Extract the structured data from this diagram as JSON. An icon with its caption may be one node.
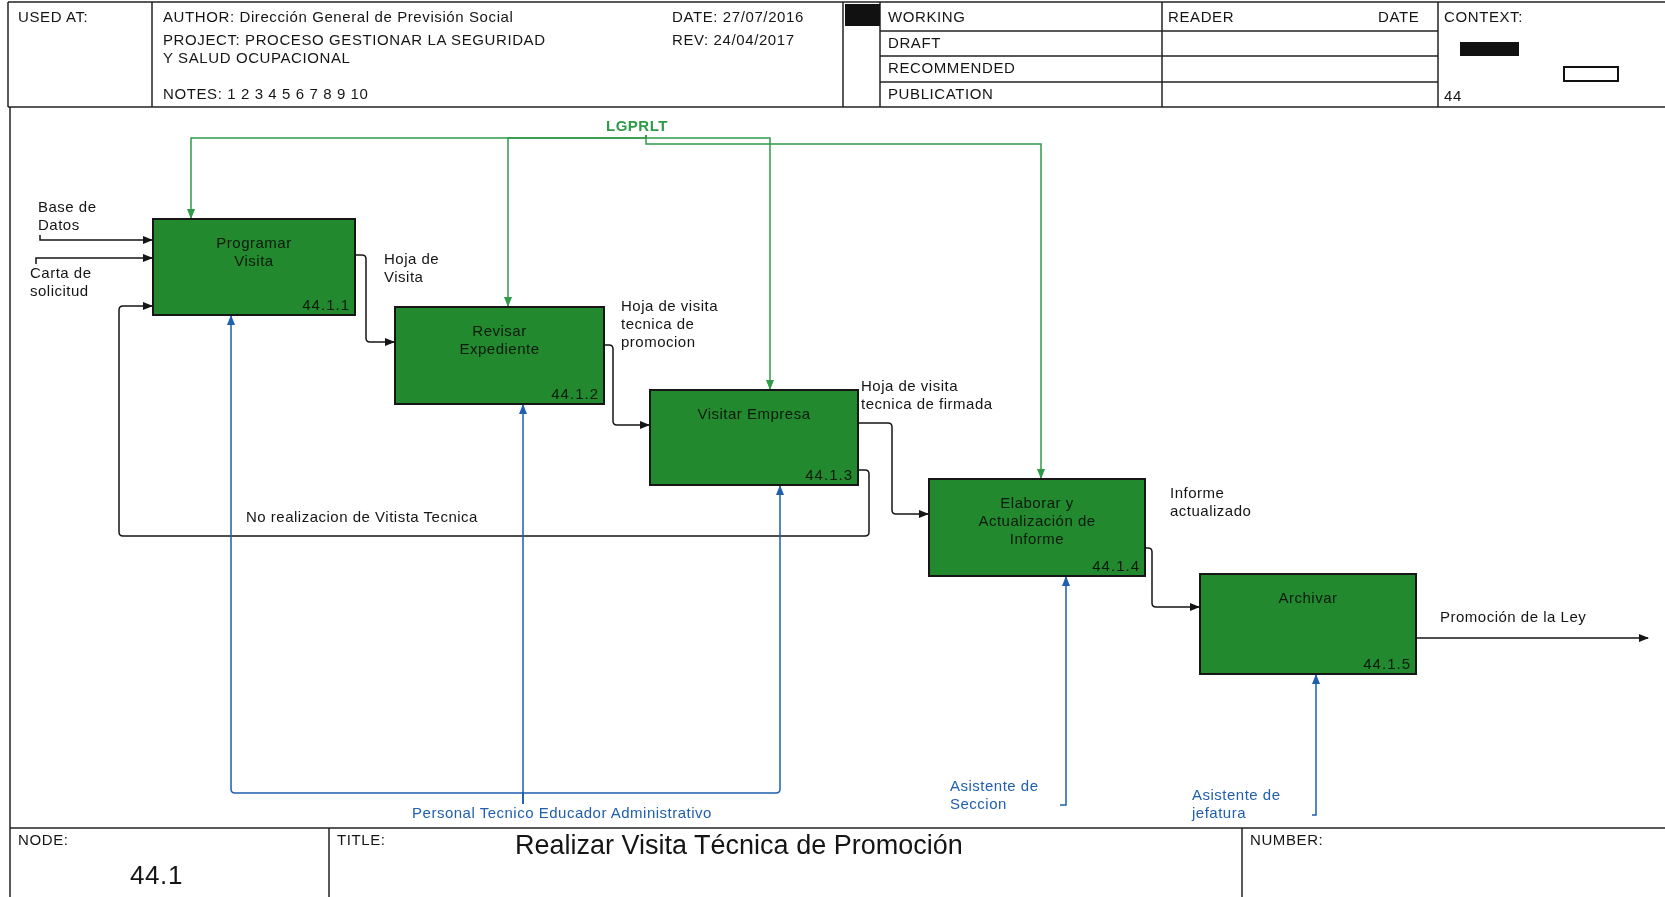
{
  "diagram": {
    "title": "Realizar Visita Técnica de Promoción",
    "nodes": [
      {
        "text": [
          "LGPRLT"
        ]
      },
      {
        "text": [
          "Base de Datos"
        ]
      },
      {
        "text": [
          "Carta de solicitud"
        ]
      },
      {
        "text": [
          "Programar Visita",
          "44.1.1"
        ]
      },
      {
        "text": [
          "Revisar Expediente",
          "44.1.2"
        ]
      },
      {
        "text": [
          "Visitar Empresa",
          "44.1.3"
        ]
      },
      {
        "text": [
          "Elaborar y Actualización de Informe",
          "44.1.4"
        ]
      },
      {
        "text": [
          "Archivar",
          "44.1.5"
        ]
      },
      {
        "text": [
          "Personal Tecnico Educador Administrativo"
        ]
      },
      {
        "text": [
          "Asistente de Seccion"
        ]
      },
      {
        "text": [
          "Asistente de jefatura"
        ]
      }
    ],
    "edges": [
      {
        "from": 0,
        "to": 3,
        "arrow": "to",
        "color": "#2f9a47"
      },
      {
        "from": 0,
        "to": 4,
        "arrow": "to",
        "color": "#2f9a47"
      },
      {
        "from": 0,
        "to": 5,
        "arrow": "to",
        "color": "#2f9a47"
      },
      {
        "from": 0,
        "to": 6,
        "arrow": "to",
        "color": "#2f9a47"
      },
      {
        "from": 1,
        "to": 3,
        "arrow": "to"
      },
      {
        "from": 2,
        "to": 3,
        "arrow": "to"
      },
      {
        "from": 3,
        "to": 4,
        "arrow": "to",
        "label": "Hoja de Visita"
      },
      {
        "from": 4,
        "to": 5,
        "arrow": "to",
        "label": "Hoja de visita tecnica de promocion"
      },
      {
        "from": 5,
        "to": 6,
        "arrow": "to",
        "label": "Hoja de visita tecnica de firmada"
      },
      {
        "from": 6,
        "to": 7,
        "arrow": "to",
        "label": "Informe actualizado"
      },
      {
        "from": 5,
        "to": 3,
        "arrow": "to",
        "label": "No realizacion de Vitista Tecnica"
      },
      {
        "from": 7,
        "to": null,
        "arrow": "to",
        "label": "Promoción de la Ley"
      },
      {
        "from": 8,
        "to": 3,
        "arrow": "to",
        "color": "#1f5fae"
      },
      {
        "from": 8,
        "to": 4,
        "arrow": "to",
        "color": "#1f5fae"
      },
      {
        "from": 8,
        "to": 5,
        "arrow": "to",
        "color": "#1f5fae"
      },
      {
        "from": 9,
        "to": 6,
        "arrow": "to",
        "color": "#1f5fae"
      },
      {
        "from": 10,
        "to": 7,
        "arrow": "to",
        "color": "#1f5fae"
      }
    ],
    "labels": [
      "USED AT:",
      "AUTHOR: Dirección General de Previsión Social",
      "PROJECT: PROCESO GESTIONAR LA SEGURIDAD Y SALUD OCUPACIONAL",
      "NOTES: 1 2 3 4 5 6 7 8 9 10",
      "DATE: 27/07/2016",
      "REV: 24/04/2017",
      "WORKING",
      "DRAFT",
      "RECOMMENDED",
      "PUBLICATION",
      "READER",
      "DATE",
      "CONTEXT:",
      "44",
      "NODE:",
      "44.1",
      "TITLE:",
      "NUMBER:"
    ]
  }
}
